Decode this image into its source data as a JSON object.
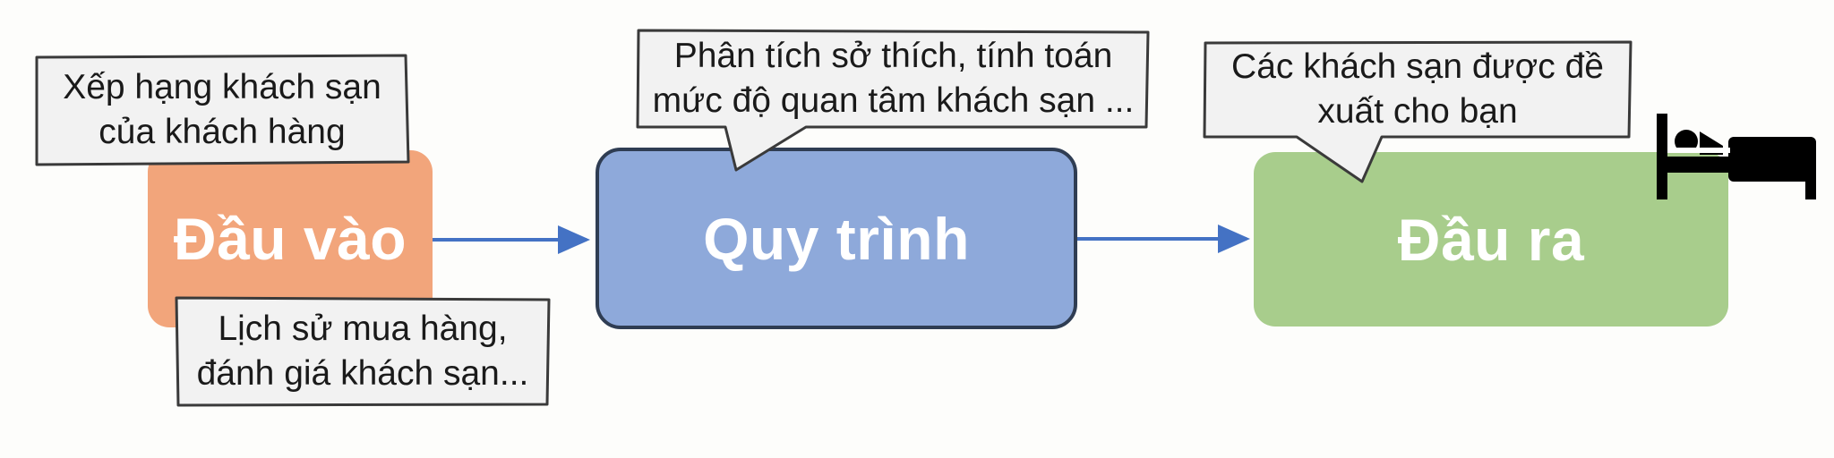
{
  "colors": {
    "input_box": "#f2a57b",
    "process_box": "#8ea9da",
    "process_border": "#2f3d53",
    "output_box": "#a8cd8c",
    "arrow": "#4472c4",
    "callout_fill": "#f2f2f2",
    "callout_border": "#3a3a3a"
  },
  "boxes": {
    "input": "Đầu vào",
    "process": "Quy trình",
    "output": "Đầu ra"
  },
  "callouts": {
    "input_top": [
      "Xếp hạng khách sạn",
      "của khách hàng"
    ],
    "input_bottom": [
      "Lịch sử mua hàng,",
      "đánh giá khách sạn..."
    ],
    "process": [
      "Phân tích sở thích, tính toán",
      "mức độ quan tâm khách sạn ..."
    ],
    "output": [
      "Các khách sạn được đề",
      "xuất cho bạn"
    ]
  },
  "icons": {
    "output_decoration": "bed-icon"
  }
}
